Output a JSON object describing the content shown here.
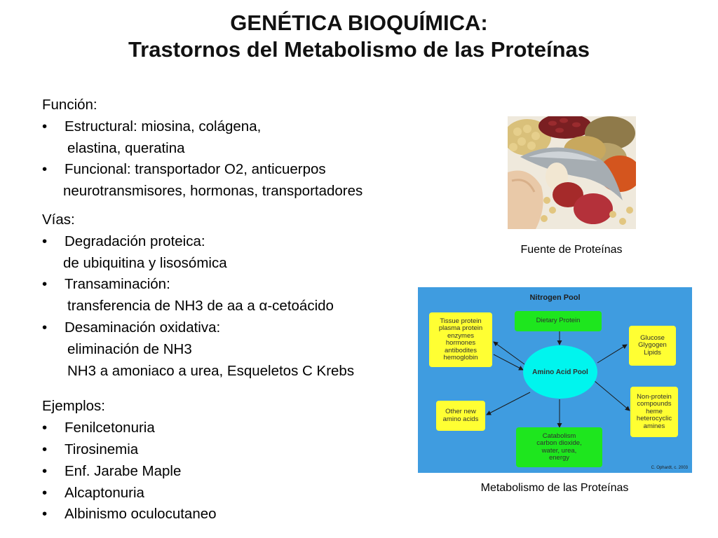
{
  "title": {
    "line1": "GENÉTICA BIOQUÍMICA:",
    "line2": "Trastornos del Metabolismo de las Proteínas"
  },
  "funcion": {
    "heading": "Función:",
    "b1": "Estructural: miosina, colágena,",
    "b1_cont": "elastina, queratina",
    "b2": "Funcional: transportador O2, anticuerpos",
    "b2_cont": "neurotransmisores, hormonas, transportadores"
  },
  "vias": {
    "heading": "Vías:",
    "b1": "Degradación proteica:",
    "b1_cont": "de ubiquitina y lisosómica",
    "b2": "Transaminación:",
    "b2_cont": "transferencia de NH3 de aa a α-cetoácido",
    "b3": "Desaminación oxidativa:",
    "b3_cont1": "eliminación de NH3",
    "b3_cont2": "NH3 a amoniaco a urea,  Esqueletos C Krebs"
  },
  "ejemplos": {
    "heading": "Ejemplos:",
    "items": [
      "Fenilcetonuria",
      "Tirosinemia",
      "Enf. Jarabe Maple",
      "Alcaptonuria",
      "Albinismo oculocutaneo"
    ]
  },
  "bullet_char": "•",
  "photo_caption": "Fuente de Proteínas",
  "diagram": {
    "title": "Nitrogen Pool",
    "center": "Amino Acid Pool",
    "dietary": "Dietary Protein",
    "tissue": "Tissue protein\nplasma protein\nenzymes\nhormones\nantibodites\nhemoglobin",
    "glucose": "Glucose\nGlygogen\nLipids",
    "nonprotein": "Non-protein\ncompounds\nheme\nheterocyclic\namines",
    "other": "Other new\namino acids",
    "catabolism": "Catabolism\ncarbon dioxide,\nwater, urea,\nenergy",
    "credit": "C. Ophardt, c. 2003",
    "colors": {
      "background": "#3f9ce0",
      "yellow": "#ffff33",
      "green": "#1ee61e",
      "pool": "#00f5ee"
    }
  },
  "diagram_caption": "Metabolismo de las Proteínas"
}
